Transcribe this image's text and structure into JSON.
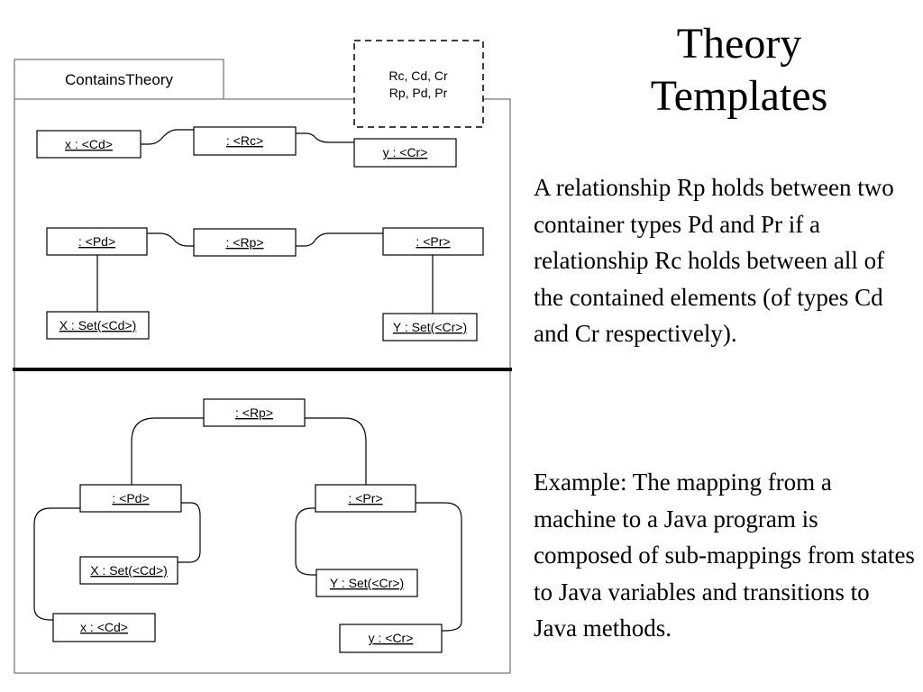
{
  "title": {
    "line1": "Theory",
    "line2": "Templates"
  },
  "package": {
    "tab_label": "ContainsTheory"
  },
  "template_params": {
    "line1": "Rc, Cd, Cr",
    "line2": "Rp, Pd, Pr"
  },
  "upper_pattern": {
    "x_cd": "x : <Cd>",
    "rc": " : <Rc>",
    "y_cr": "y : <Cr>",
    "pd": " : <Pd>",
    "rp": " : <Rp>",
    "pr": " : <Pr>",
    "x_set": "X : Set(<Cd>)",
    "y_set": "Y : Set(<Cr>)"
  },
  "lower_pattern": {
    "rp": " : <Rp>",
    "pd": " : <Pd>",
    "pr": " : <Pr>",
    "x_set": "X : Set(<Cd>)",
    "y_set": "Y : Set(<Cr>)",
    "x_cd": "x : <Cd>",
    "y_cr": "y : <Cr>"
  },
  "text": {
    "para1": "A relationship Rp holds between two container types Pd and Pr if a relationship Rc holds between all of the contained elements (of types Cd and Cr respectively).",
    "para2": "Example: The mapping from a machine to a Java program is composed of sub-mappings from states to Java variables and transitions to Java methods."
  }
}
